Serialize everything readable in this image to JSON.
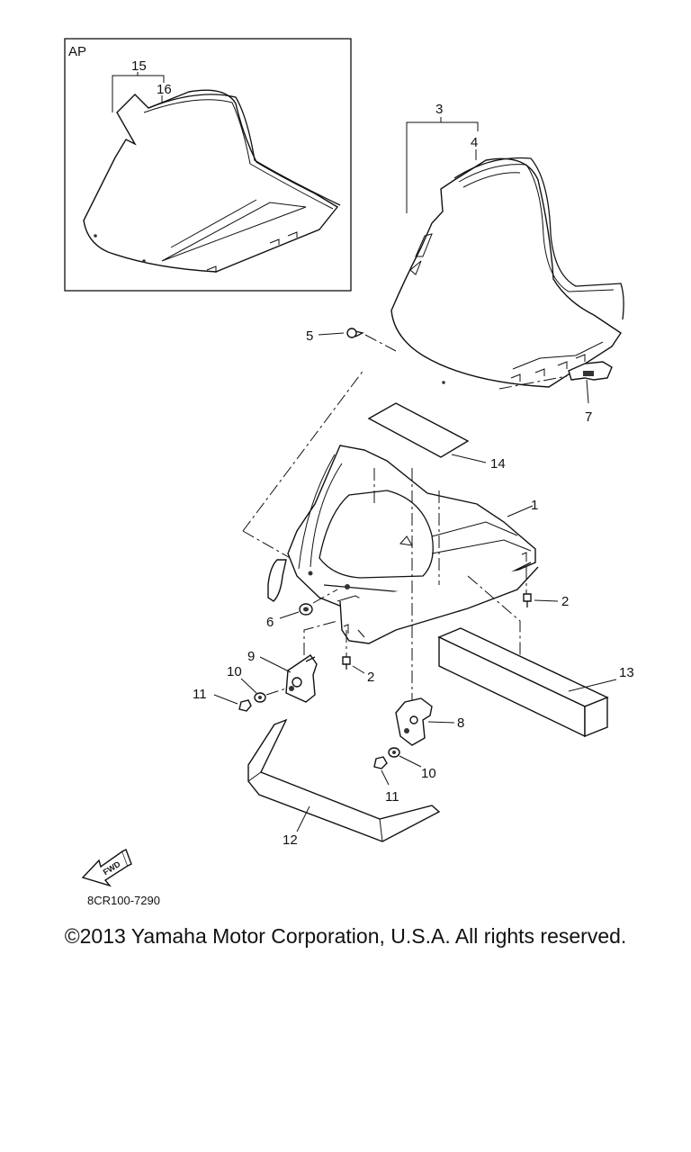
{
  "inset": {
    "label": "AP"
  },
  "callouts": {
    "c1": "1",
    "c2a": "2",
    "c2b": "2",
    "c3": "3",
    "c4": "4",
    "c5": "5",
    "c6": "6",
    "c7": "7",
    "c8": "8",
    "c9": "9",
    "c10a": "10",
    "c10b": "10",
    "c11a": "11",
    "c11b": "11",
    "c12": "12",
    "c13": "13",
    "c14": "14",
    "c15": "15",
    "c16": "16"
  },
  "fwd_label": "FWD",
  "diagram_code": "8CR100-7290",
  "copyright": "©2013 Yamaha Motor Corporation, U.S.A. All rights reserved."
}
